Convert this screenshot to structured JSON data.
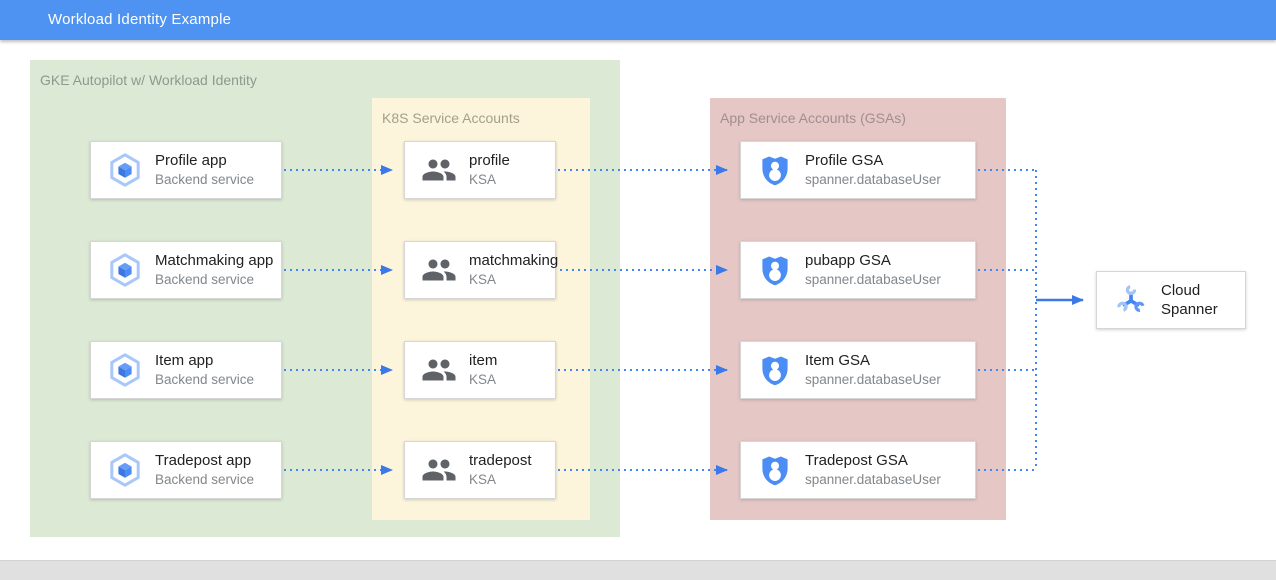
{
  "header": {
    "title": "Workload Identity Example"
  },
  "panels": {
    "gke": {
      "label": "GKE Autopilot w/ Workload Identity"
    },
    "ksa": {
      "label": "K8S Service Accounts"
    },
    "gsa": {
      "label": "App Service Accounts (GSAs)"
    }
  },
  "nodes": {
    "apps": [
      {
        "title": "Profile app",
        "subtitle": "Backend service",
        "icon": "gke-hexagon-icon"
      },
      {
        "title": "Matchmaking app",
        "subtitle": "Backend service",
        "icon": "gke-hexagon-icon"
      },
      {
        "title": "Item app",
        "subtitle": "Backend service",
        "icon": "gke-hexagon-icon"
      },
      {
        "title": "Tradepost app",
        "subtitle": "Backend service",
        "icon": "gke-hexagon-icon"
      }
    ],
    "ksas": [
      {
        "title": "profile",
        "subtitle": "KSA",
        "icon": "people-icon"
      },
      {
        "title": "matchmaking",
        "subtitle": "KSA",
        "icon": "people-icon"
      },
      {
        "title": "item",
        "subtitle": "KSA",
        "icon": "people-icon"
      },
      {
        "title": "tradepost",
        "subtitle": "KSA",
        "icon": "people-icon"
      }
    ],
    "gsas": [
      {
        "title": "Profile GSA",
        "subtitle": "spanner.databaseUser",
        "icon": "shield-user-icon"
      },
      {
        "title": "pubapp GSA",
        "subtitle": "spanner.databaseUser",
        "icon": "shield-user-icon"
      },
      {
        "title": "Item GSA",
        "subtitle": "spanner.databaseUser",
        "icon": "shield-user-icon"
      },
      {
        "title": "Tradepost GSA",
        "subtitle": "spanner.databaseUser",
        "icon": "shield-user-icon"
      }
    ],
    "spanner": {
      "title": "Cloud Spanner",
      "icon": "cloud-spanner-wrench-icon"
    }
  },
  "connections": {
    "style_dotted": "app → KSA → GSA → collector (dotted blue)",
    "style_solid": "collector → Cloud Spanner (solid blue arrow)"
  },
  "colors": {
    "header_bg": "#4E93F1",
    "gke_panel_bg": "#DCE9D5",
    "ksa_panel_bg": "#FCF5DC",
    "gsa_panel_bg": "#E5C7C6",
    "arrow_blue": "#4285F4",
    "icon_gray": "#5F6368",
    "node_title": "#212121",
    "node_subtitle": "#82878C",
    "bottom_strip": "#E0E0E0"
  }
}
